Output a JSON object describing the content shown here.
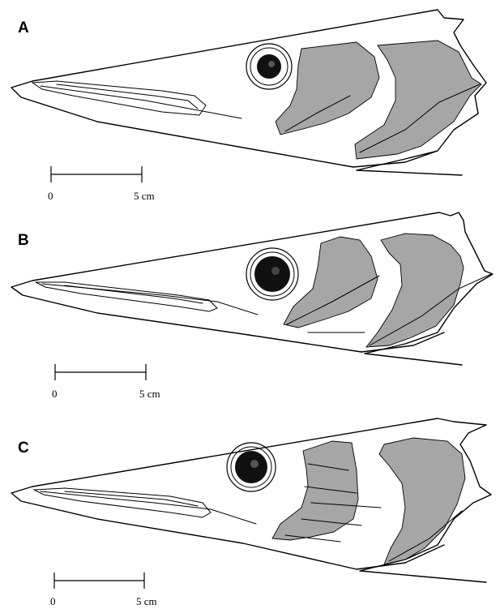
{
  "panels": [
    {
      "label": "A",
      "scale": {
        "start": "0",
        "end": "5 cm"
      }
    },
    {
      "label": "B",
      "scale": {
        "start": "0",
        "end": "5 cm"
      }
    },
    {
      "label": "C",
      "scale": {
        "start": "0",
        "end": "5 cm"
      }
    }
  ],
  "colors": {
    "gill_fill": "#a6a6a6",
    "line": "#000000",
    "background": "#ffffff"
  }
}
